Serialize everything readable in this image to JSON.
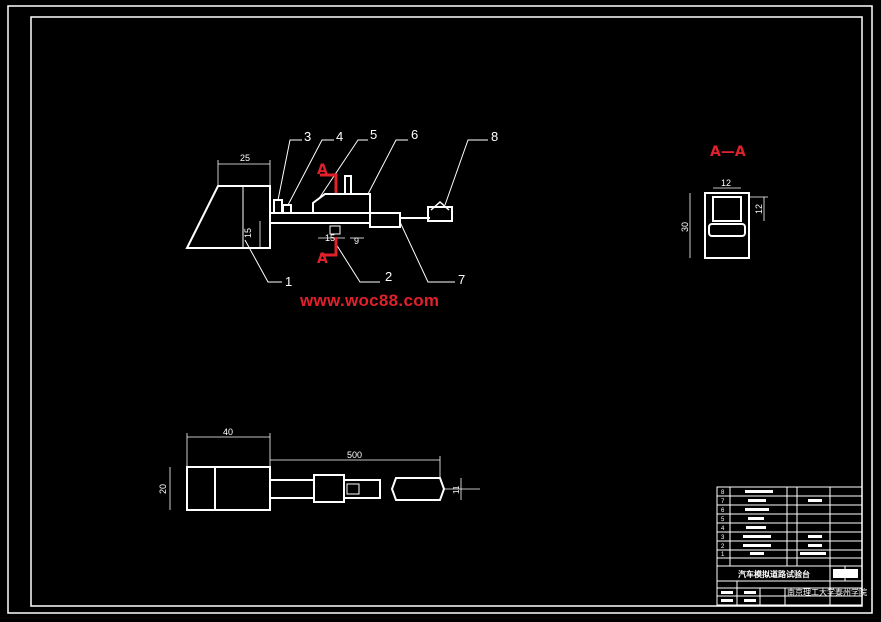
{
  "watermark": "www.woc88.com",
  "section_label": "A—A",
  "cut_markers": {
    "top": "A",
    "bottom": "A"
  },
  "leaders": [
    "1",
    "2",
    "3",
    "4",
    "5",
    "6",
    "7",
    "8"
  ],
  "dims_side": {
    "width_top": "25",
    "height": "15",
    "d1": "15",
    "d2": "9"
  },
  "dims_section": {
    "width": "12",
    "height": "30",
    "inner": "12"
  },
  "dims_plan": {
    "width": "40",
    "height": "20",
    "length": "500",
    "end": "11"
  },
  "title_block": {
    "product": "汽车模拟道路试验台",
    "school": "南京理工大学泰州学院",
    "rows": [
      "8",
      "7",
      "6",
      "5",
      "4",
      "3",
      "2",
      "1"
    ]
  },
  "colors": {
    "lines": "#ffffff",
    "accent": "#e0202a",
    "background": "#000000"
  }
}
